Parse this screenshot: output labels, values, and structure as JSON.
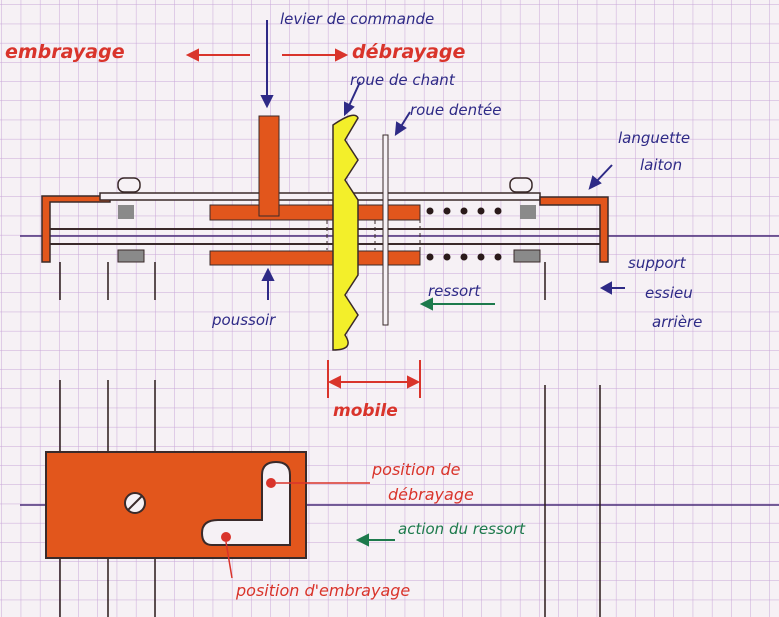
{
  "labels": {
    "lever": "levier de commande",
    "engage": "embrayage",
    "disengage": "débrayage",
    "crown_wheel": "roue de chant",
    "gear_wheel": "roue dentée",
    "tab_line1": "languette",
    "tab_line2": "laiton",
    "support_line1": "support",
    "support_line2": "essieu",
    "support_line3": "arrière",
    "pusher": "poussoir",
    "spring": "ressort",
    "mobile": "mobile",
    "pos_disengage_line1": "position de",
    "pos_disengage_line2": "débrayage",
    "spring_action": "action du ressort",
    "pos_engage": "position d'embrayage"
  },
  "colors": {
    "paper": "#f6f1f5",
    "grid": "#c8a6d8",
    "orange": "#e2561c",
    "yellow": "#f3ef2a",
    "red_text": "#d9342b",
    "blue_text": "#2e2a86",
    "green_text": "#1d7a4c"
  }
}
